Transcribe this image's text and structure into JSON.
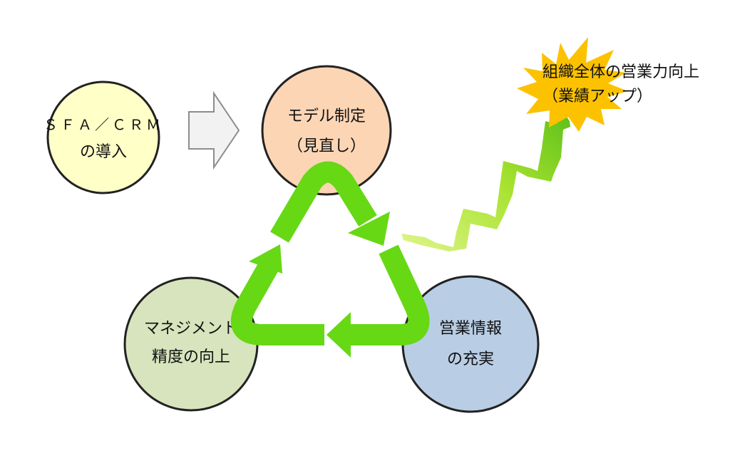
{
  "nodes": {
    "sfa": {
      "line1": "ＳＦＡ／ＣＲＭ",
      "line2": "の導入",
      "fill": "#ffffc8"
    },
    "model": {
      "line1": "モデル制定",
      "line2": "（見直し）",
      "fill": "#fcd5b5"
    },
    "sales": {
      "line1": "営業情報",
      "line2": "の充実",
      "fill": "#b9cde5"
    },
    "mgmt": {
      "line1": "マネジメント",
      "line2": "精度の向上",
      "fill": "#d7e4bd"
    }
  },
  "result": {
    "line1": "組織全体の営業力向上",
    "line2": "（業績アップ）",
    "burst_color": "#fcc200"
  },
  "colors": {
    "cycle_arrow": "#66d814",
    "step_arrow": "#a6e22e",
    "outline": "#222222"
  },
  "icons": [
    "block-arrow-right-icon",
    "cycle-arrows-icon",
    "rising-step-arrow-icon",
    "starburst-icon"
  ]
}
